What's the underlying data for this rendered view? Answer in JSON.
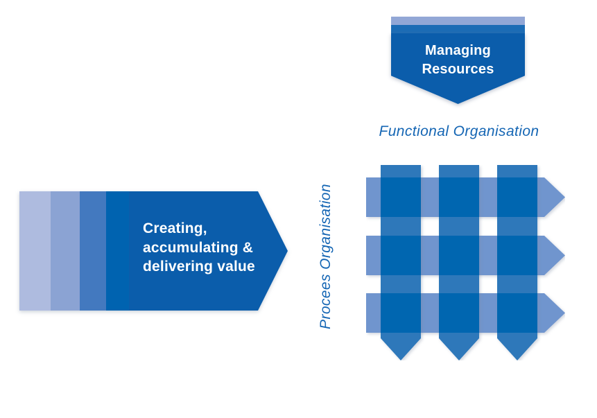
{
  "banner": {
    "label": "Managing\nResources"
  },
  "labels": {
    "functional_organisation": "Functional Organisation",
    "process_organisation": "Procees Organisation"
  },
  "value_arrow": {
    "label": "Creating,\naccumulating &\ndelivering value"
  },
  "colors": {
    "banner-light-stripe": "#92a7d6",
    "banner-mid-stripe": "#1c6cb5",
    "primary-blue": "#0b5dab",
    "label-blue": "#1566b4",
    "band-1": "#aebbdf",
    "band-2": "#8ba3d3",
    "band-3": "#4379bf",
    "band-4": "#0063b0",
    "grid-vertical": "#2e78ba",
    "grid-horizontal": "#7095ce",
    "grid-overlap": "#0066b0"
  }
}
